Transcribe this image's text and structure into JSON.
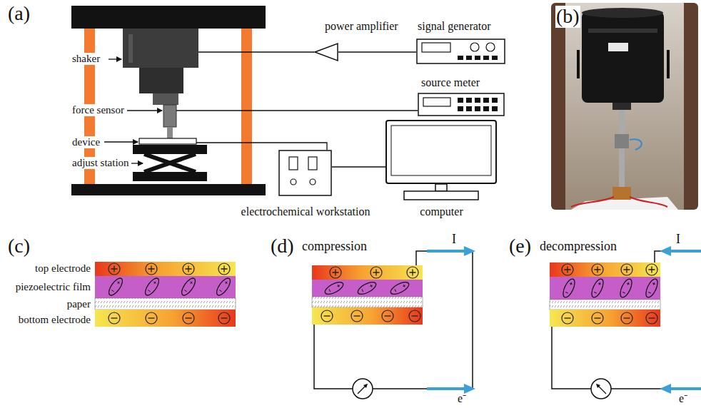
{
  "diagram": {
    "nodes": [
      {
        "text": [
          "power amplifier"
        ]
      },
      {
        "text": [
          "signal generator"
        ]
      },
      {
        "text": [
          "source meter"
        ]
      },
      {
        "text": [
          "electrochemical workstation"
        ]
      },
      {
        "text": [
          "computer"
        ]
      }
    ],
    "edges": [
      {
        "from": 0,
        "to": 1,
        "arrow": "none"
      },
      {
        "from": 3,
        "to": 4,
        "arrow": "none"
      }
    ],
    "labels": [
      "(a)",
      "shaker",
      "force sensor",
      "device",
      "adjust station",
      "(b)",
      "(c)",
      "top electrode",
      "piezoelectric film",
      "paper",
      "bottom electrode",
      "(d)",
      "compression",
      "I",
      "e⁻",
      "(e)",
      "decompression",
      "I",
      "e⁻"
    ]
  }
}
